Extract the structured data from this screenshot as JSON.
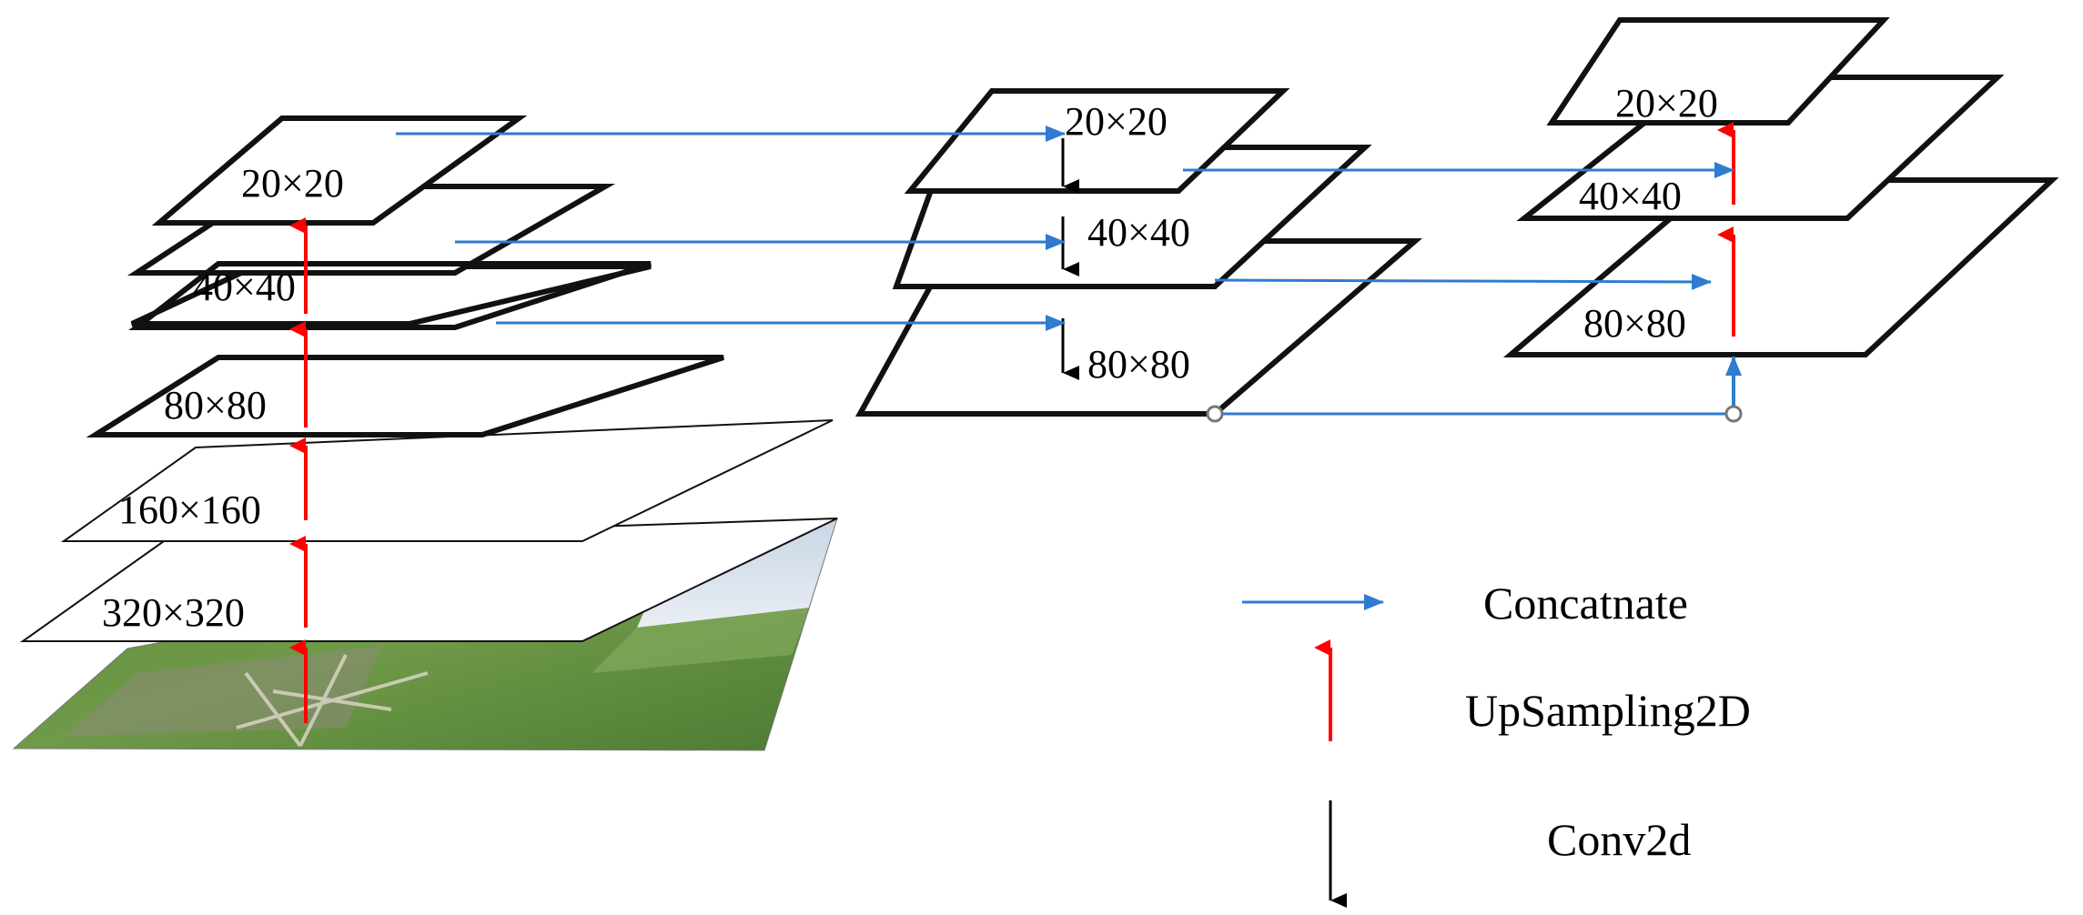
{
  "colors": {
    "concat_arrow": "#2f7bd0",
    "upsample_arrow": "#ff0000",
    "conv_arrow": "#000000",
    "plane_stroke": "#111111"
  },
  "left_column": {
    "layers": [
      "20×20",
      "40×40",
      "80×80",
      "160×160",
      "320×320"
    ]
  },
  "middle_column": {
    "layers": [
      "20×20",
      "40×40",
      "80×80"
    ]
  },
  "right_column": {
    "layers": [
      "20×20",
      "40×40",
      "80×80"
    ]
  },
  "legend": {
    "concat": "Concatnate",
    "upsample": "UpSampling2D",
    "conv": "Conv2d"
  }
}
